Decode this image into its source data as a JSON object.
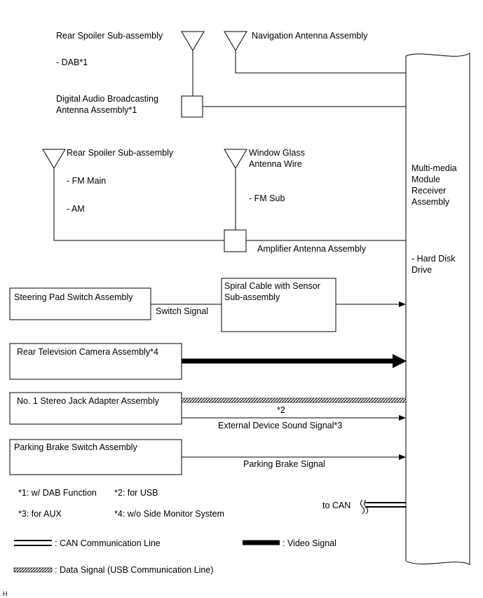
{
  "receiver": {
    "title_lines": [
      "Multi-media",
      "Module",
      "Receiver",
      "Assembly"
    ],
    "note_lines": [
      "- Hard Disk",
      "Drive"
    ]
  },
  "antennas": {
    "rear_spoiler_dab": {
      "label": "Rear Spoiler Sub-assembly",
      "note": "- DAB*1"
    },
    "navigation": {
      "label": "Navigation Antenna Assembly"
    },
    "dab_antenna_assy": {
      "label_lines": [
        "Digital Audio Broadcasting",
        "Antenna Assembly*1"
      ]
    },
    "rear_spoiler_fm": {
      "label": "Rear Spoiler Sub-assembly",
      "notes": [
        "- FM Main",
        "- AM"
      ]
    },
    "window_glass": {
      "label_lines": [
        "Window Glass",
        "Antenna Wire"
      ],
      "note": "- FM Sub"
    },
    "amplifier": {
      "label": "Amplifier Antenna Assembly"
    }
  },
  "components": {
    "steering_pad": {
      "label": "Steering Pad Switch Assembly",
      "signal": "Switch Signal"
    },
    "spiral_cable": {
      "label_lines": [
        "Spiral Cable with Sensor",
        "Sub-assembly"
      ]
    },
    "rear_camera": {
      "label": "Rear Television Camera Assembly*4"
    },
    "stereo_jack": {
      "label": "No. 1 Stereo Jack Adapter Assembly",
      "usb_note": "*2",
      "signal": "External Device Sound Signal*3"
    },
    "parking_brake": {
      "label": "Parking Brake Switch Assembly",
      "signal": "Parking Brake Signal"
    }
  },
  "can_label": "to CAN",
  "footnotes": {
    "f1": "*1: w/ DAB Function",
    "f2": "*2: for USB",
    "f3": "*3: for AUX",
    "f4": "*4: w/o Side Monitor System"
  },
  "legend": {
    "can": ": CAN Communication Line",
    "video": ": Video Signal",
    "data": ": Data Signal (USB Communication Line)"
  },
  "corner_mark": "H"
}
